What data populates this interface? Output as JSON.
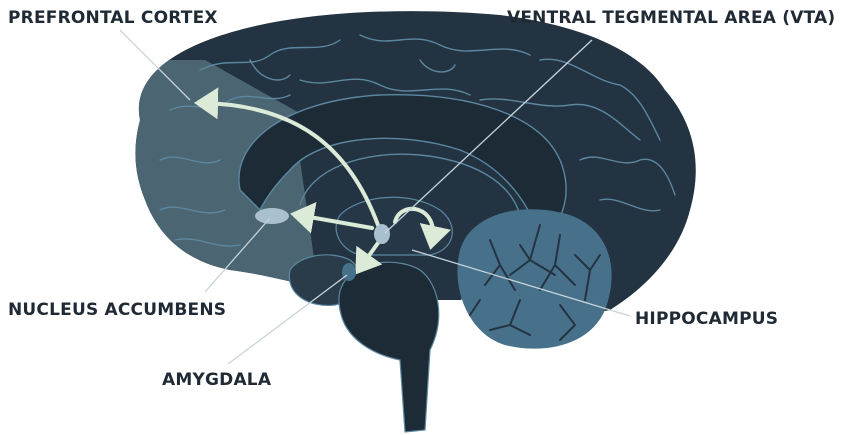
{
  "labels": {
    "prefrontal": "PREFRONTAL CORTEX",
    "vta": "VENTRAL TEGMENTAL AREA (VTA)",
    "nucleus": "NUCLEUS ACCUMBENS",
    "amygdala": "AMYGDALA",
    "hippocampus": "HIPPOCAMPUS"
  },
  "colors": {
    "brain": "#233341",
    "brain_lines": "#5b87a0",
    "prefrontal_overlay": "#4f6875",
    "brainstem": "#1d2b37",
    "cerebellum": "#47718a",
    "pathway_arrow": "#dcebd8",
    "region_marker": "#a9c0cf",
    "leader_line": "#c7d3da",
    "label_text": "#1f2a35"
  }
}
